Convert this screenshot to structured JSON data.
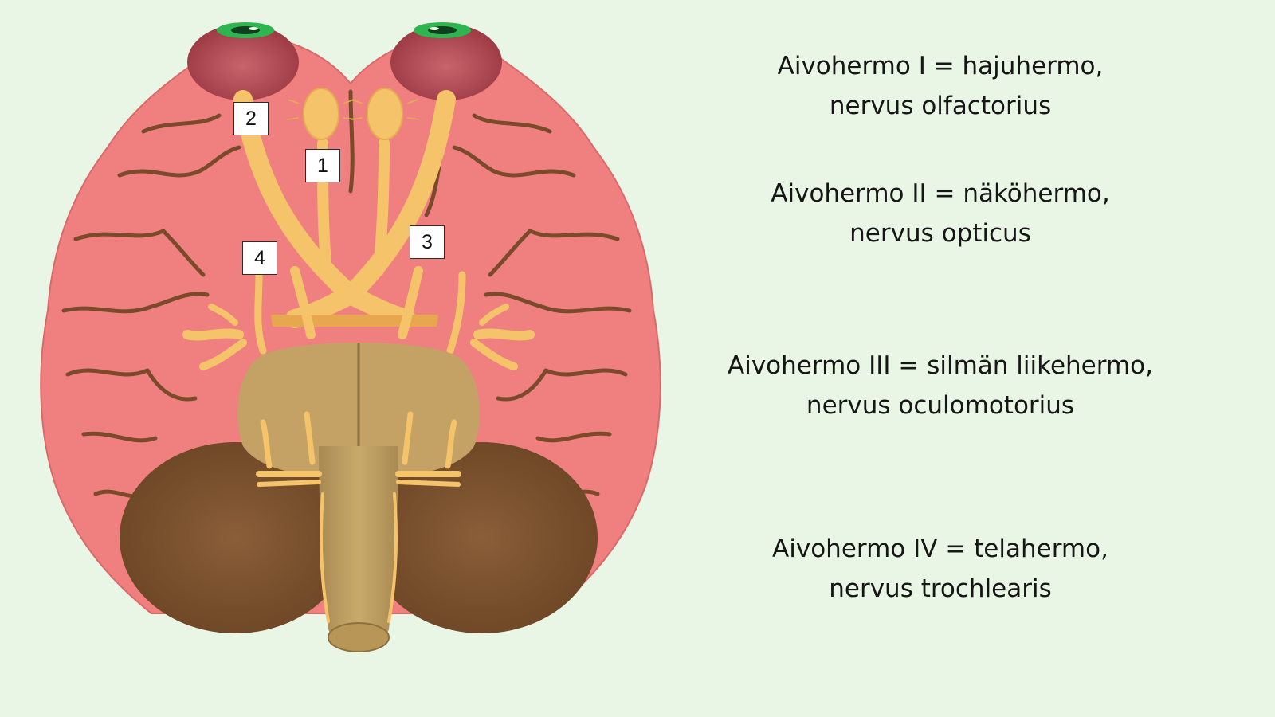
{
  "labels": [
    "1",
    "2",
    "3",
    "4"
  ],
  "nerves": [
    {
      "line1": "Aivohermo I = hajuhermo,",
      "line2": "nervus olfactorius"
    },
    {
      "line1": "Aivohermo II = näköhermo,",
      "line2": "nervus opticus"
    },
    {
      "line1": "Aivohermo III = silmän liikehermo,",
      "line2": "nervus oculomotorius"
    },
    {
      "line1": "Aivohermo IV = telahermo,",
      "line2": "nervus trochlearis"
    }
  ],
  "colors": {
    "background": "#eaf6e5",
    "cerebrum": "#f08080",
    "sulci": "#7a4a2a",
    "nerve": "#f5c46a",
    "brainstem": "#c4a266",
    "cerebellum": "#7a5230",
    "eyeball": "#b64b55",
    "iris": "#2fb54f"
  }
}
